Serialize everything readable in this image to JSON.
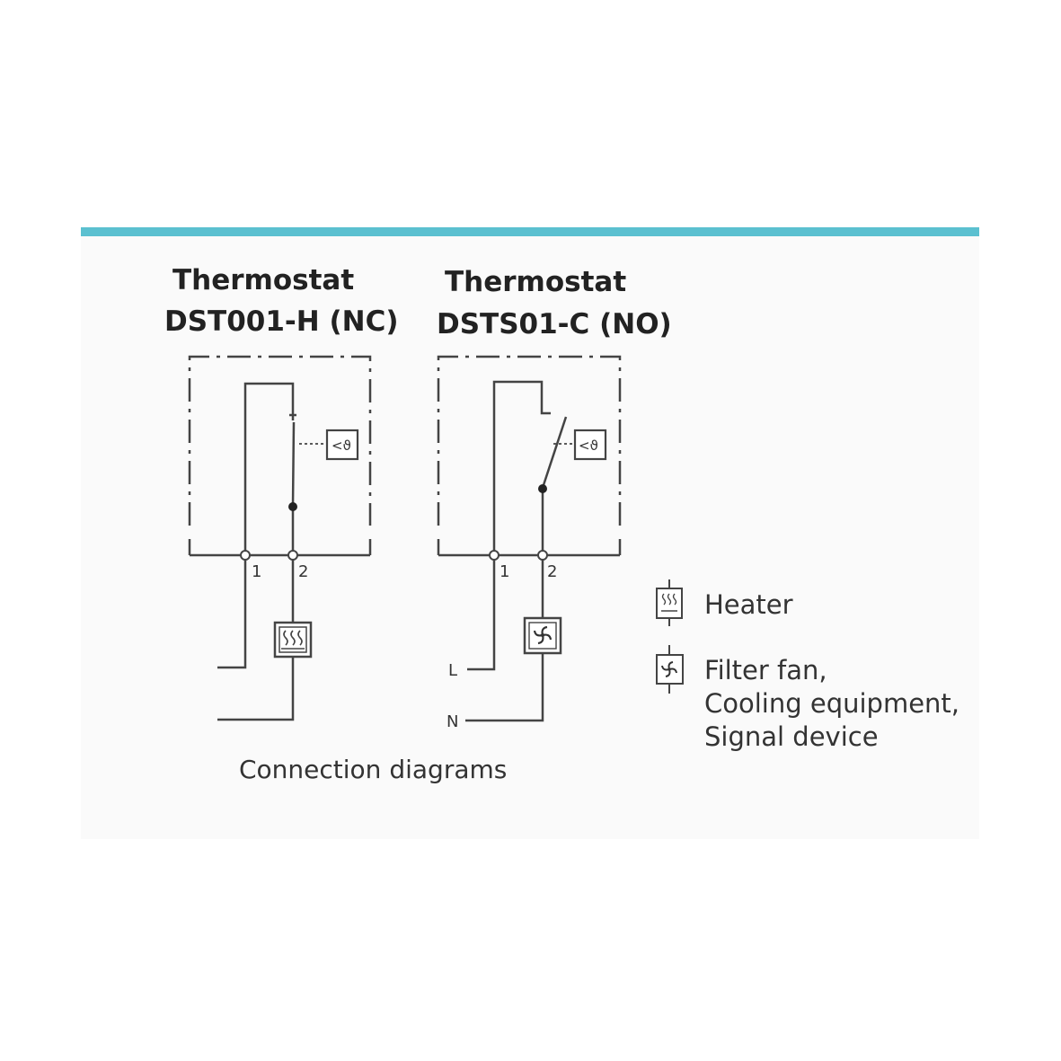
{
  "colors": {
    "accent_bar": "#5bc0d0",
    "line": "#444444",
    "text": "#222222"
  },
  "diagram_left": {
    "title_line1": "Thermostat",
    "title_line2": "DST001-H (NC)",
    "terminal_1": "1",
    "terminal_2": "2",
    "load_icon": "heater-icon",
    "sensor_label": "<ϑ"
  },
  "diagram_right": {
    "title_line1": "Thermostat",
    "title_line2": "DSTS01-C (NO)",
    "terminal_1": "1",
    "terminal_2": "2",
    "load_icon": "fan-icon",
    "sensor_label": "<ϑ",
    "label_L": "L",
    "label_N": "N"
  },
  "caption": "Connection diagrams",
  "legend": {
    "heater_label": "Heater",
    "fan_label_line1": "Filter fan,",
    "fan_label_line2": "Cooling equipment,",
    "fan_label_line3": "Signal device"
  }
}
